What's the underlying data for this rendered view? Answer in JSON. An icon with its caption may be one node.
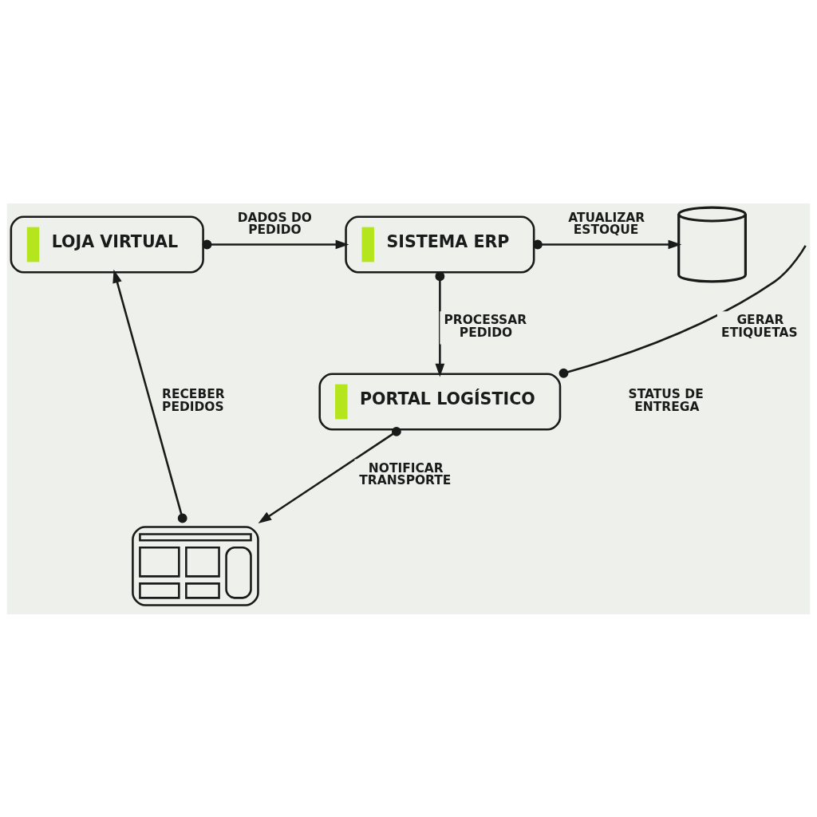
{
  "diagram": {
    "nodes": [
      {
        "text": [
          "LOJA VIRTUAL"
        ]
      },
      {
        "text": [
          "SISTEMA ERP"
        ]
      },
      {
        "text": [],
        "shape": "cylinder"
      },
      {
        "text": [
          "PORTAL LOGÍSTICO"
        ]
      },
      {
        "text": [],
        "shape": "picture"
      }
    ],
    "edges": [
      {
        "from": 0,
        "to": 1,
        "arrow": "to",
        "label": "DADOS DO PEDIDO"
      },
      {
        "from": 1,
        "to": 2,
        "arrow": "to",
        "label": "ATUALIZAR ESTOQUE"
      },
      {
        "from": 1,
        "to": 3,
        "arrow": "to",
        "label": "PROCESSAR PEDIDO"
      },
      {
        "from": 3,
        "to": null,
        "arrow": "other",
        "label": "GERAR ETIQUETAS"
      },
      {
        "from": 3,
        "to": 4,
        "arrow": "to",
        "label": "NOTIFICAR TRANSPORTE"
      },
      {
        "from": 4,
        "to": 0,
        "arrow": "to",
        "label": "RECEBER PEDIDOS"
      }
    ],
    "labels": [
      "STATUS DE ENTREGA"
    ]
  }
}
